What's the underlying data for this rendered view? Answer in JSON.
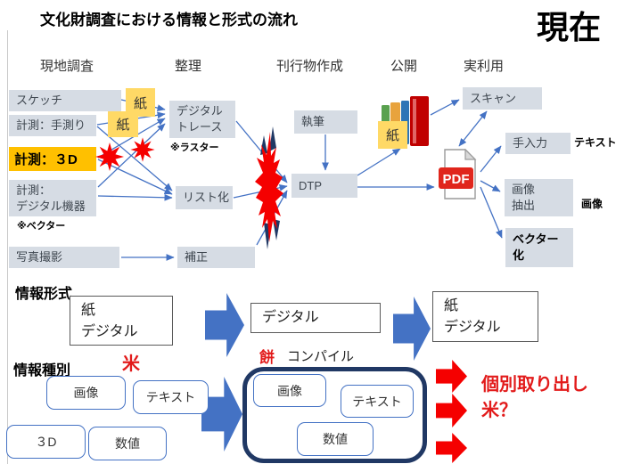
{
  "title": "文化財調査における情報と形式の流れ",
  "current_label": "現在",
  "stages": [
    "現地調査",
    "整理",
    "刊行物作成",
    "公開",
    "実利用"
  ],
  "colors": {
    "accent_blue": "#4472c4",
    "box_gray": "#d6dce4",
    "highlight_yellow": "#ffd966",
    "highlight_orange": "#ffc000",
    "red": "#f50000",
    "navy": "#203864"
  },
  "flow": {
    "sketch": "スケッチ",
    "measure_hand": "計測：手測り",
    "measure_3d": "計測：３D",
    "measure_digital": "計測：\nデジタル機器",
    "vector_note": "※ベクター",
    "photo": "写真撮影",
    "paper": "紙",
    "digital_trace": "デジタル\nトレース",
    "raster_note": "※ラスター",
    "listing": "リスト化",
    "correction": "補正",
    "writing": "執筆",
    "dtp": "DTP",
    "pdf_label": "PDF",
    "scan": "スキャン",
    "manual_input": "手入力",
    "text_note": "テキスト",
    "image_extract": "画像\n抽出",
    "image_note": "画像",
    "vectorize": "ベクター\n化"
  },
  "format_section": {
    "heading": "情報形式",
    "box1": "紙\nデジタル",
    "box2": "デジタル",
    "box3": "紙\nデジタル",
    "rice": "米",
    "mochi": "餅",
    "compile": "コンパイル"
  },
  "type_section": {
    "heading": "情報種別",
    "items_left": [
      "画像",
      "テキスト",
      "３D",
      "数値"
    ],
    "items_group": [
      "画像",
      "テキスト",
      "数値"
    ],
    "result": "個別取り出し\n米？"
  }
}
